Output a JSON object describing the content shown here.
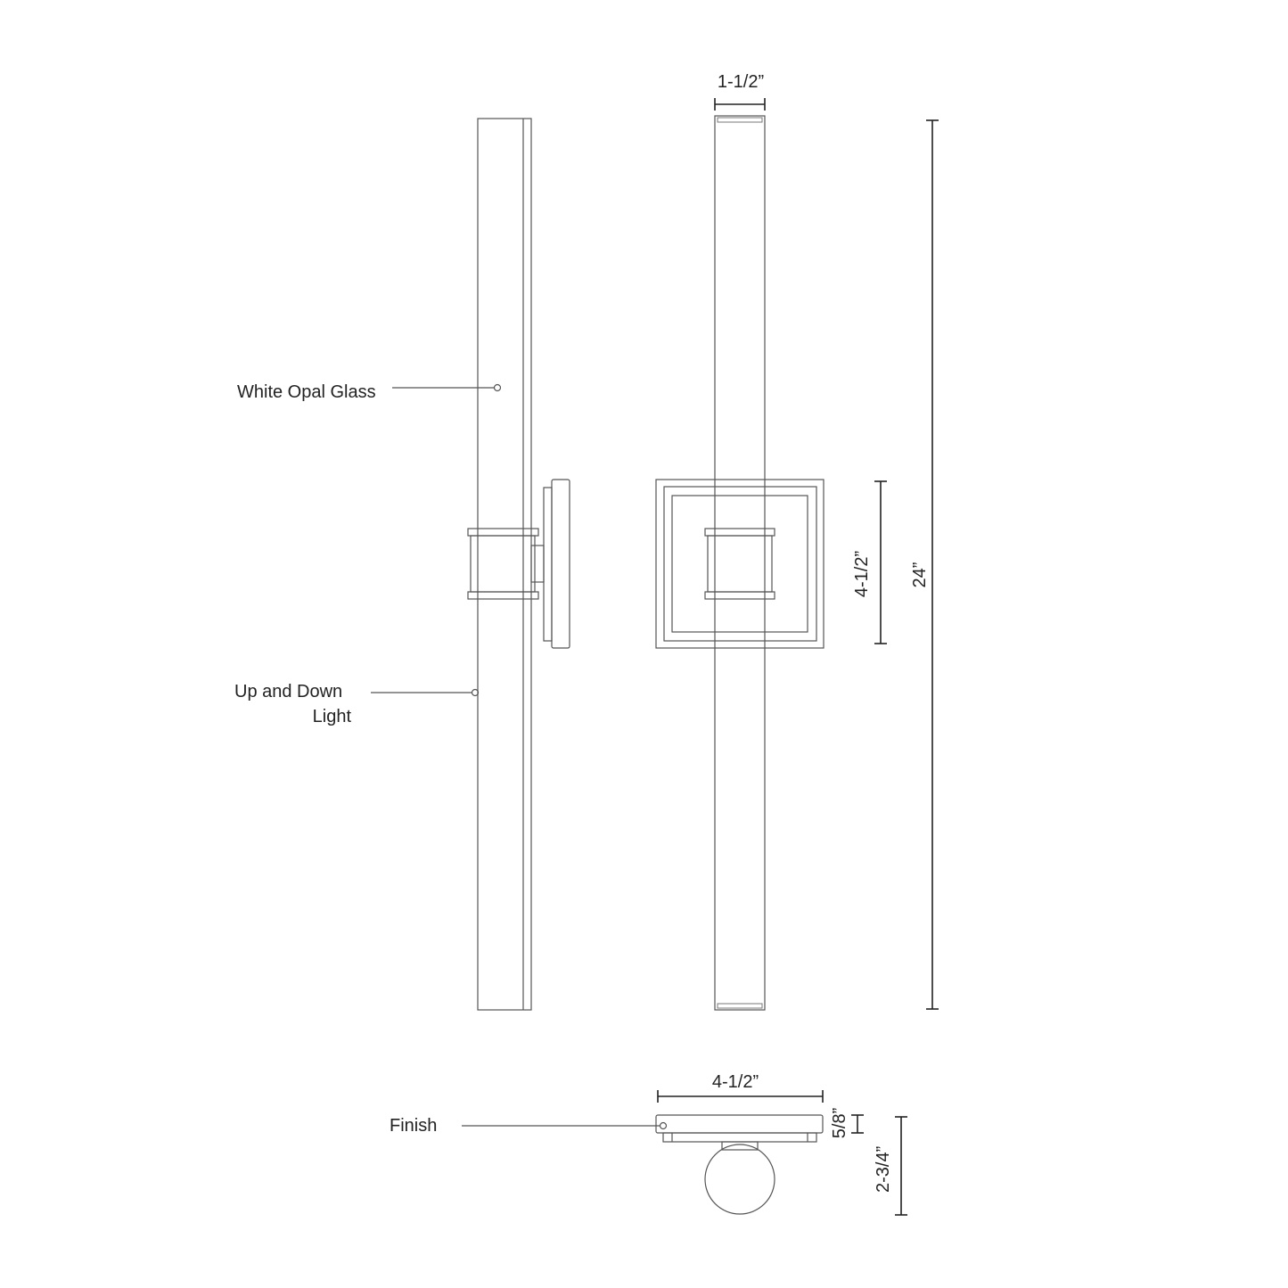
{
  "labels": {
    "glass": "White Opal Glass",
    "light_line1": "Up and Down",
    "light_line2": "Light",
    "finish": "Finish"
  },
  "dimensions": {
    "tube_width": "1-1/2”",
    "height": "24”",
    "backplate_height": "4-1/2”",
    "backplate_width": "4-1/2”",
    "backplate_depth": "5/8”",
    "extension": "2-3/4”"
  }
}
